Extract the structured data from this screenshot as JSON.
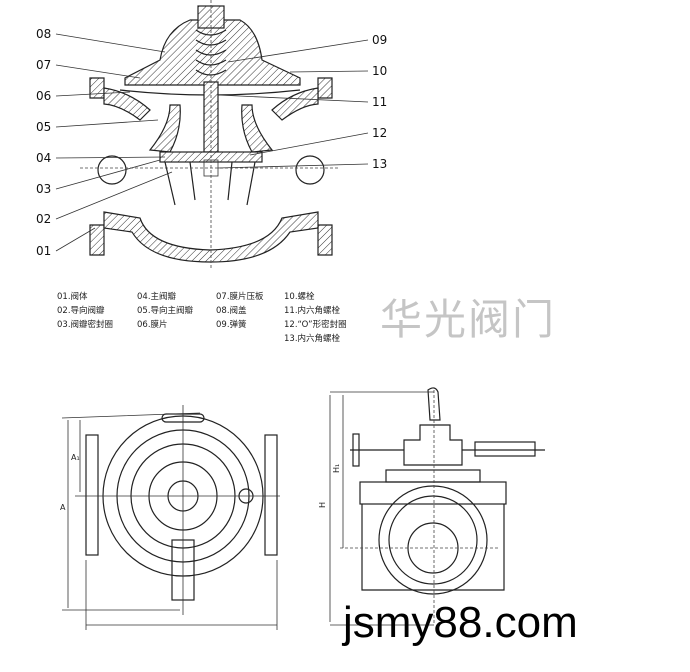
{
  "callouts_left": [
    "08",
    "07",
    "06",
    "05",
    "04",
    "03",
    "02",
    "01"
  ],
  "callouts_right": [
    "09",
    "10",
    "11",
    "12",
    "13"
  ],
  "legend": [
    "01.阀体",
    "02.导向阀瓣",
    "03.阀瓣密封圈",
    "04.主阀瓣",
    "05.导向主阀瓣",
    "06.膜片",
    "07.膜片压板",
    "08.阀盖",
    "09.弹簧",
    "10.螺栓",
    "11.内六角螺栓",
    "12.“O”形密封圈",
    "13.内六角螺栓"
  ],
  "dimensions": {
    "a": "A",
    "a1": "A₁",
    "h": "H",
    "h1": "H₁"
  },
  "watermark": "华光阀门",
  "site": "jsmy88.com"
}
